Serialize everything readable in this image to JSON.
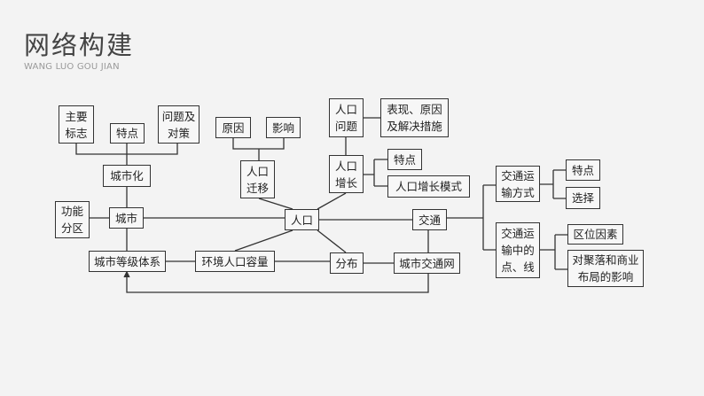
{
  "header": {
    "title": "网络构建",
    "subtitle": "WANG LUO GOU JIAN"
  },
  "nodes": {
    "zhuyao_biaozhi": "主要\n标志",
    "tedian_city": "特点",
    "wenti_duice": "问题及\n对策",
    "yuanyin": "原因",
    "yingxiang": "影响",
    "chengshihua": "城市化",
    "renkou_qianyi": "人口\n迁移",
    "renkou_wenti": "人口\n问题",
    "biaoxian": "表现、原因\n及解决措施",
    "renkou_zengzhang": "人口\n增长",
    "tedian_growth": "特点",
    "zengzhang_moshi": "人口增长模式",
    "gongneng_fenqu": "功能\n分区",
    "chengshi": "城市",
    "renkou": "人口",
    "jiaotong": "交通",
    "dengji_tixi": "城市等级体系",
    "huanjing_rongliang": "环境人口容量",
    "fenbu": "分布",
    "jiaotong_wang": "城市交通网",
    "yunshu_fangshi": "交通运\n输方式",
    "yunshu_dianxian": "交通运\n输中的\n点、线",
    "tedian_transport": "特点",
    "xuanze": "选择",
    "quwei_yinsu": "区位因素",
    "juluo_yingxiang": "对聚落和商业\n布局的影响"
  }
}
